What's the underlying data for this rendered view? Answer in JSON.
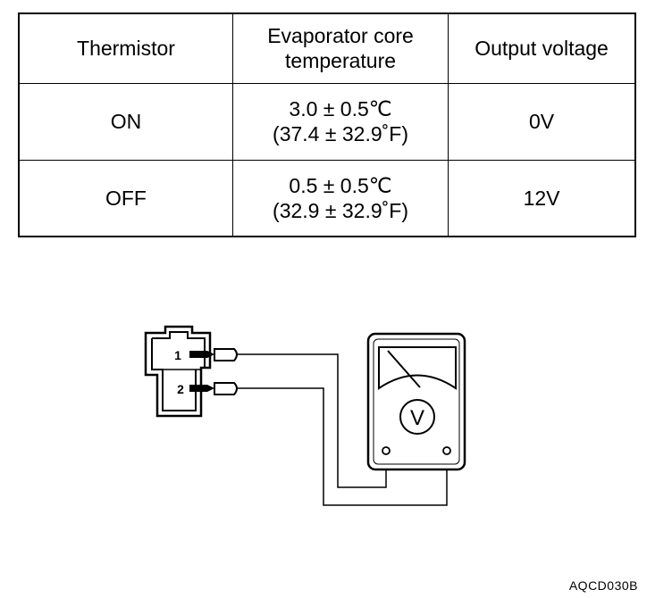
{
  "table": {
    "headers": {
      "thermistor": "Thermistor",
      "temperature_line1": "Evaporator core",
      "temperature_line2": "temperature",
      "voltage": "Output voltage"
    },
    "rows": [
      {
        "thermistor": "ON",
        "temp_c": "3.0 ± 0.5℃",
        "temp_f": "(37.4 ± 32.9˚F)",
        "voltage": "0V"
      },
      {
        "thermistor": "OFF",
        "temp_c": "0.5 ± 0.5℃",
        "temp_f": "(32.9 ± 32.9˚F)",
        "voltage": "12V"
      }
    ]
  },
  "diagram": {
    "connector_pin_1": "1",
    "connector_pin_2": "2",
    "meter_symbol": "V"
  },
  "caption": "AQCD030B"
}
